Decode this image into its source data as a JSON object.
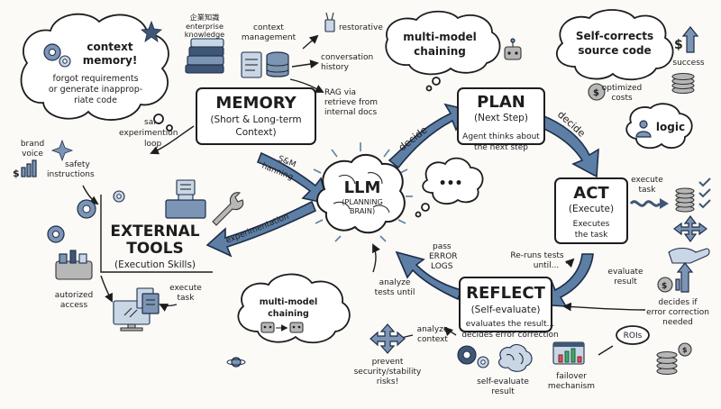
{
  "center": {
    "title": "LLM",
    "subtitle_1": "(PLANNING",
    "subtitle_2": "BRAIN)"
  },
  "plan": {
    "title": "PLAN",
    "subtitle": "(Next Step)",
    "desc_1": "Agent thinks about",
    "desc_2": "the next step"
  },
  "act": {
    "title": "ACT",
    "subtitle": "(Execute)",
    "desc_1": "Executes",
    "desc_2": "the task"
  },
  "reflect": {
    "title": "REFLECT",
    "subtitle": "(Self-evaluate)",
    "desc_1": "evaluates the result...",
    "desc_2": "decides error correction"
  },
  "memory": {
    "title": "MEMORY",
    "subtitle_1": "(Short & Long-term",
    "subtitle_2": "Context)"
  },
  "tools": {
    "title_1": "EXTERNAL",
    "title_2": "TOOLS",
    "subtitle": "(Execution Skills)"
  },
  "arrows": {
    "decide_left": "decide",
    "decide_right": "decide",
    "sm_1": "S&M",
    "sm_2": "hanning",
    "experimentation": "experimentation",
    "pass_1": "pass",
    "pass_2": "ERROR",
    "pass_3": "LOGS",
    "analyze_tests_1": "analyze",
    "analyze_tests_2": "tests until",
    "reruns_1": "Re-runs tests",
    "reruns_2": "until...",
    "evaluate_1": "evaluate",
    "evaluate_2": "result",
    "execute_task_1": "execute",
    "execute_task_2": "task",
    "decides_1": "decides if",
    "decides_2": "error correction",
    "decides_3": "needed"
  },
  "memory_labels": {
    "enterprise_1": "企業知識",
    "enterprise_2": "enterprise",
    "enterprise_3": "knowledge",
    "context_mgmt_1": "context",
    "context_mgmt_2": "management",
    "restorative": "restorative",
    "conversation_1": "conversation",
    "conversation_2": "history",
    "rag_1": "RAG via",
    "rag_2": "retrieve from",
    "rag_3": "internal docs",
    "safe_1": "safe",
    "safe_2": "experimention",
    "safe_3": "loop"
  },
  "clouds": {
    "context_memory_1": "context",
    "context_memory_2": "memory!",
    "context_memory_3": "forgot requirements",
    "context_memory_4": "or generate inapprop-",
    "context_memory_5": "riate code",
    "mm_top_1": "multi-model",
    "mm_top_2": "chaining",
    "self_correct_1": "Self-corrects",
    "self_correct_2": "source code",
    "ellipsis": "•••",
    "logic": "logic",
    "mm_bottom_1": "multi-model",
    "mm_bottom_2": "chaining"
  },
  "left_labels": {
    "brand_1": "brand",
    "brand_2": "voice",
    "safety_1": "safety",
    "safety_2": "instructions",
    "autorized_1": "autorized",
    "autorized_2": "access",
    "execute_1": "execute",
    "execute_2": "task"
  },
  "right_labels": {
    "success": "success",
    "optimized_1": "optimized",
    "optimized_2": "costs",
    "rois": "ROIs"
  },
  "bottom_labels": {
    "analyze_context_1": "analyze",
    "analyze_context_2": "context",
    "prevent_1": "prevent",
    "prevent_2": "security/stability",
    "prevent_3": "risks!",
    "self_eval_1": "self-evaluate",
    "self_eval_2": "result",
    "failover_1": "failover",
    "failover_2": "mechanism"
  },
  "colors": {
    "accent": "#5d7fa6",
    "accent_dark": "#1d2e4a",
    "ink": "#1d1d1f",
    "paper": "#fbfaf6"
  }
}
